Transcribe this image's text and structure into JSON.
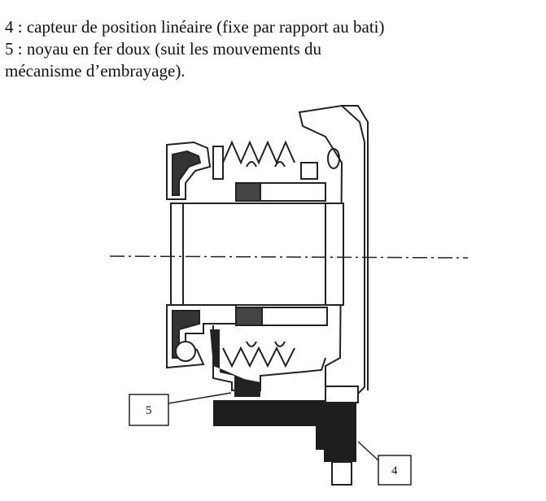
{
  "caption": {
    "line1": "4 : capteur de position linéaire (fixe par rapport au bati)",
    "line2": "5 : noyau en fer doux (suit les mouvements du",
    "line3": "mécanisme d’embrayage)."
  },
  "callouts": {
    "five": "5",
    "four": "4"
  }
}
